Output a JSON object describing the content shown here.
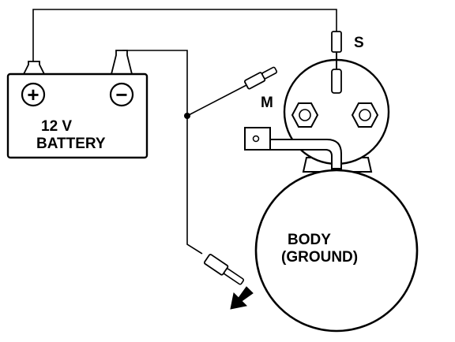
{
  "battery": {
    "voltage_label": "12 V",
    "name_label": "BATTERY",
    "positive_symbol": "+",
    "negative_symbol": "−"
  },
  "solenoid": {
    "s_terminal_label": "S",
    "m_terminal_label": "M"
  },
  "body": {
    "line1": "BODY",
    "line2": "(GROUND)"
  },
  "colors": {
    "ink": "#000000",
    "background": "#ffffff"
  }
}
